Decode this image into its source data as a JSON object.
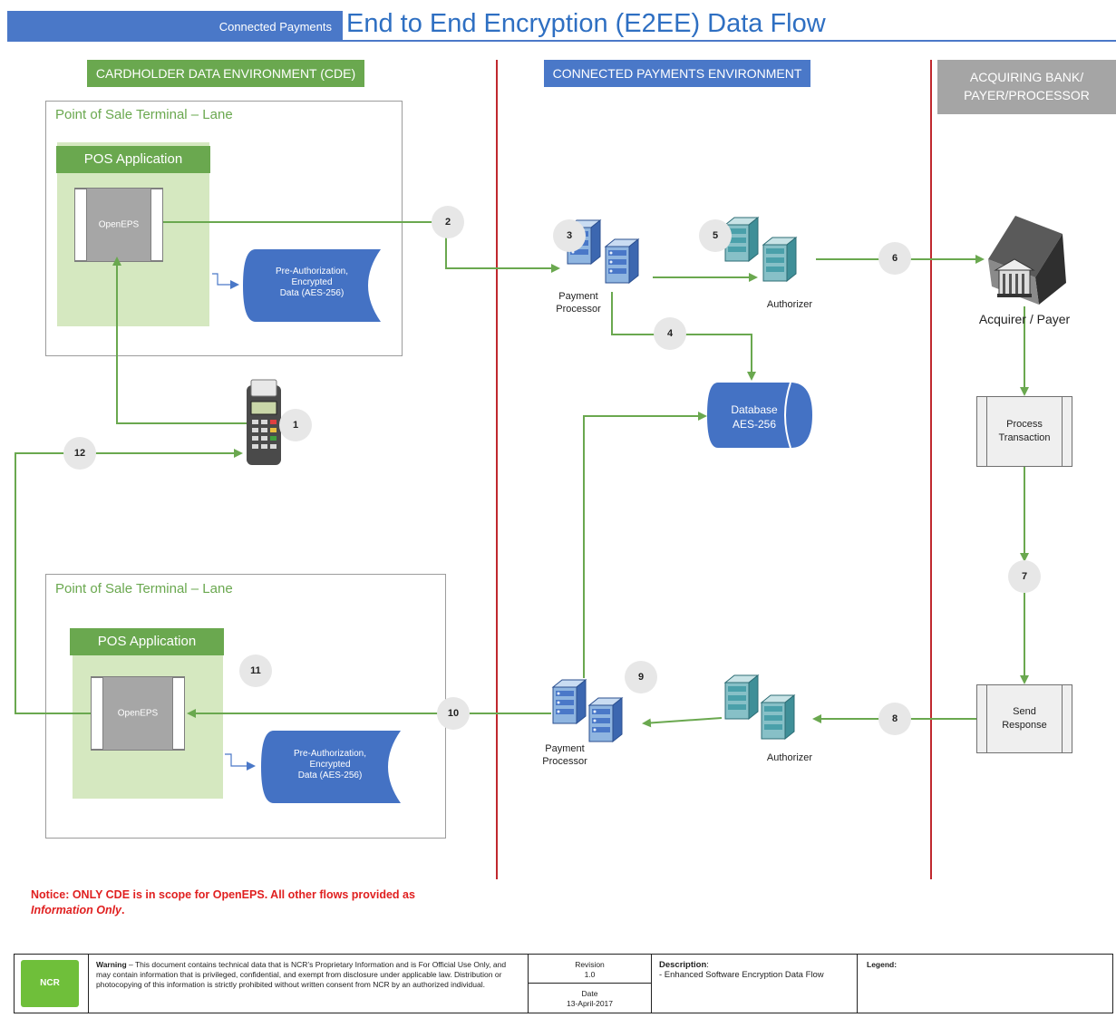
{
  "header": {
    "small_title": "Connected Payments",
    "title": "End to End Encryption (E2EE) Data Flow"
  },
  "zones": {
    "cde": "CARDHOLDER DATA ENVIRONMENT (CDE)",
    "cpe": "CONNECTED PAYMENTS ENVIRONMENT",
    "acquirer_line1": "ACQUIRING BANK/",
    "acquirer_line2": "PAYER/PROCESSOR"
  },
  "terminal_top": {
    "label": "Point of Sale Terminal – Lane",
    "pos_app": "POS Application",
    "openeps": "OpenEPS",
    "data_line1": "Pre-Authorization,",
    "data_line2": "Encrypted",
    "data_line3": "Data (AES-256)"
  },
  "terminal_bottom": {
    "label": "Point of Sale Terminal – Lane",
    "pos_app": "POS Application",
    "openeps": "OpenEPS",
    "data_line1": "Pre-Authorization,",
    "data_line2": "Encrypted",
    "data_line3": "Data (AES-256)"
  },
  "nodes": {
    "payment_processor_top_1": "Payment",
    "payment_processor_top_2": "Processor",
    "authorizer_top": "Authorizer",
    "database_1": "Database",
    "database_2": "AES-256",
    "acquirer": "Acquirer / Payer",
    "process_1": "Process",
    "process_2": "Transaction",
    "send_1": "Send",
    "send_2": "Response",
    "payment_processor_bottom_1": "Payment",
    "payment_processor_bottom_2": "Processor",
    "authorizer_bottom": "Authorizer"
  },
  "steps": [
    "1",
    "2",
    "3",
    "4",
    "5",
    "6",
    "7",
    "8",
    "9",
    "10",
    "11",
    "12"
  ],
  "notice": {
    "part1": "Notice: ONLY CDE is in scope for OpenEPS.  All other flows provided as ",
    "italic": "Information Only",
    "end": "."
  },
  "footer": {
    "logo": "NCR",
    "warning_bold": "Warning",
    "warning_text": " – This document contains technical data that is NCR’s Proprietary Information and is For Official Use Only, and may contain information that is privileged, confidential, and exempt from disclosure under applicable law.  Distribution or photocopying of this information is strictly prohibited without written consent from NCR by an authorized individual.",
    "revision_label": "Revision",
    "revision_value": "1.0",
    "date_label": "Date",
    "date_value": "13-April-2017",
    "description_label": "Description",
    "description_text": "-  Enhanced Software Encryption Data Flow",
    "legend_label": "Legend:"
  },
  "colors": {
    "accent_blue": "#4a78c8",
    "green": "#6aa84f",
    "divider_red": "#c0282e",
    "notice_red": "#e02020"
  }
}
